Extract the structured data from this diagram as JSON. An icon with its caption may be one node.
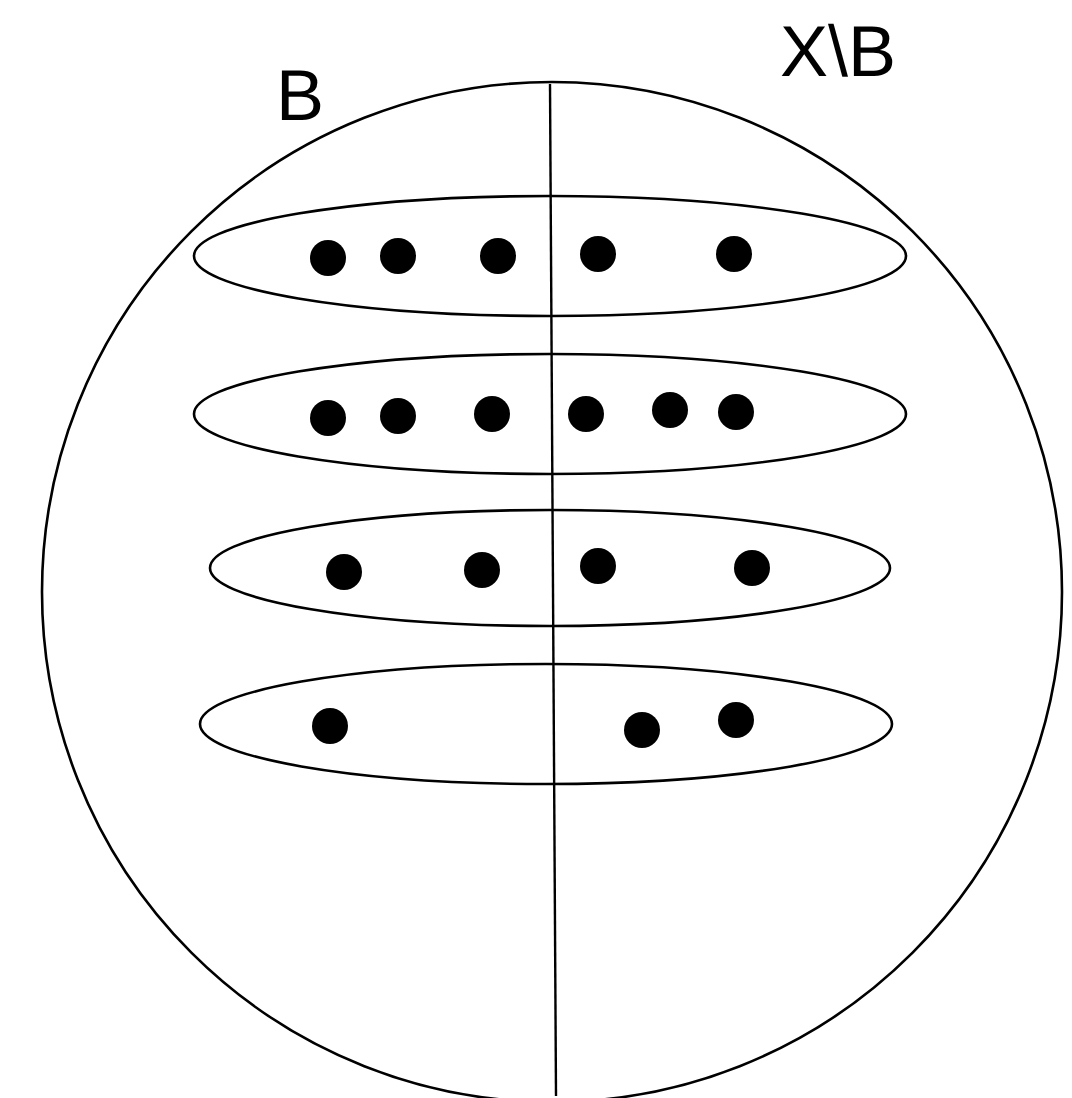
{
  "diagram": {
    "nodes": [
      {
        "text": [],
        "shape": "circle"
      },
      {
        "text": [],
        "shape": "ellipse",
        "in": 0
      },
      {
        "text": [],
        "shape": "ellipse",
        "in": 0
      },
      {
        "text": [],
        "shape": "ellipse",
        "in": 0
      },
      {
        "text": [],
        "shape": "ellipse",
        "in": 0
      }
    ],
    "labels": [
      "B",
      "X\\B"
    ]
  }
}
